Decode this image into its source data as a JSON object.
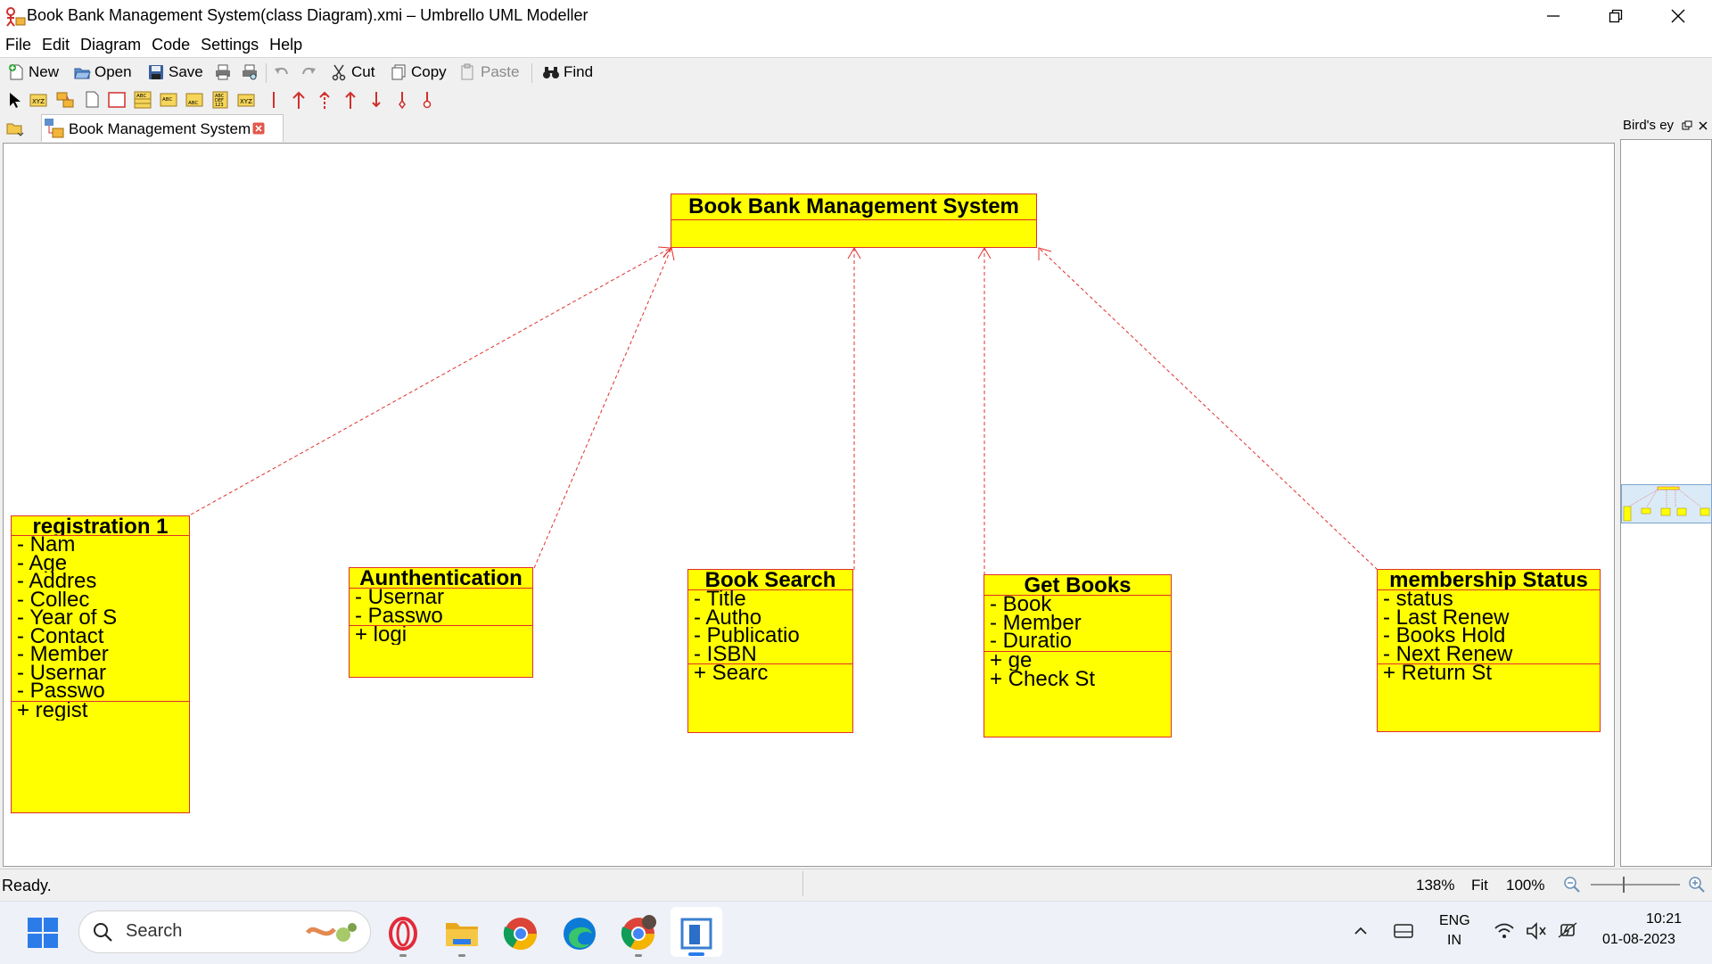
{
  "window": {
    "title": "Book Bank Management System(class Diagram).xmi – Umbrello UML Modeller",
    "app_icon": "umbrello-icon"
  },
  "menu": [
    "File",
    "Edit",
    "Diagram",
    "Code",
    "Settings",
    "Help"
  ],
  "toolbar": {
    "new": "New",
    "open": "Open",
    "save": "Save",
    "cut": "Cut",
    "copy": "Copy",
    "paste": "Paste",
    "find": "Find"
  },
  "tab": {
    "label": "Book Management System"
  },
  "birds_eye": {
    "title": "Bird's ey"
  },
  "diagram": {
    "classes": [
      {
        "name": "Book Bank Management System",
        "attributes": [],
        "operations": []
      },
      {
        "name": "registration 1",
        "attributes": [
          "- Nam",
          "- Age",
          "- Addres",
          "- Collec",
          "- Year of S",
          "- Contact",
          "- Member",
          "- Usernar",
          "- Passwo"
        ],
        "operations": [
          "+ regist"
        ]
      },
      {
        "name": "Aunthentication",
        "attributes": [
          "- Usernar",
          "- Passwo"
        ],
        "operations": [
          "+ logi"
        ]
      },
      {
        "name": "Book Search",
        "attributes": [
          "- Title",
          "- Autho",
          "- Publicatio",
          "- ISBN"
        ],
        "operations": [
          "+ Searc"
        ]
      },
      {
        "name": "Get Books",
        "attributes": [
          "- Book",
          "- Member",
          "- Duratio"
        ],
        "operations": [
          "+ ge",
          "+ Check  St"
        ]
      },
      {
        "name": "membership Status",
        "attributes": [
          "- status",
          "- Last Renew",
          "- Books Hold",
          "- Next Renew"
        ],
        "operations": [
          "+ Return  St"
        ]
      }
    ],
    "colors": {
      "class_fill": "#ffff00",
      "class_border": "#e0302c",
      "link": "#e0302c"
    }
  },
  "status": {
    "text": "Ready.",
    "zoom": "138%",
    "fit": "Fit",
    "hundred": "100%"
  },
  "taskbar": {
    "search": "Search",
    "lang1": "ENG",
    "lang2": "IN",
    "time": "10:21",
    "date": "01-08-2023"
  }
}
